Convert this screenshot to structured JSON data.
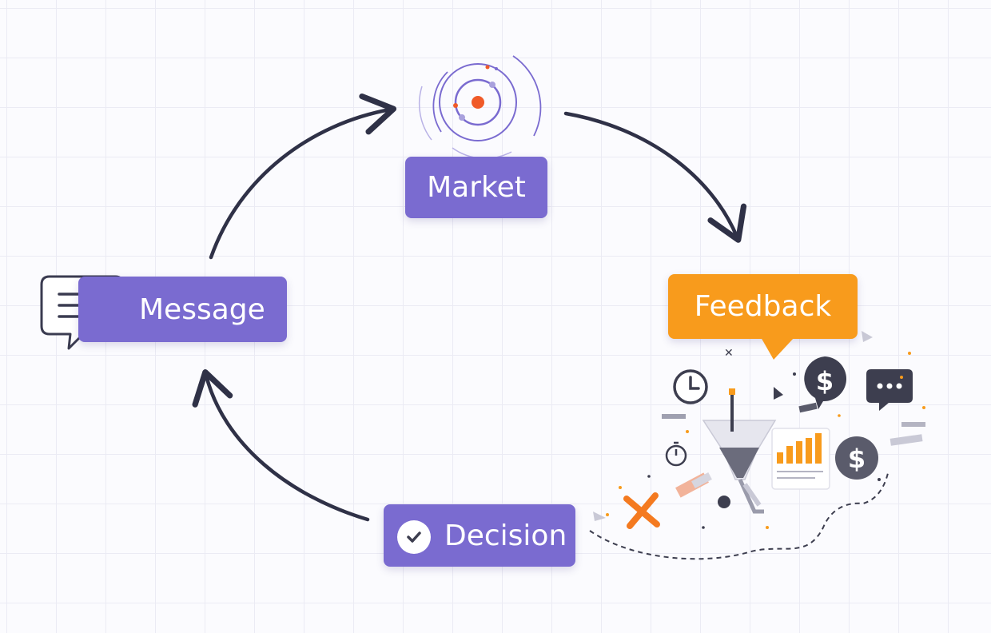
{
  "nodes": {
    "market": "Market",
    "message": "Message",
    "decision": "Decision",
    "feedback": "Feedback"
  },
  "colors": {
    "primary": "#7a6bd0",
    "accent": "#f89b1c",
    "arrow": "#2f3147",
    "dark_icon": "#3d3e4f",
    "target_center": "#f05a28"
  },
  "icons": [
    "target-orbit-icon",
    "speech-bubble-icon",
    "check-icon",
    "clock-icon",
    "dollar-coin-icon",
    "chat-dots-icon",
    "bar-chart-icon",
    "funnel-icon",
    "stopwatch-icon",
    "x-mark-icon",
    "dashed-trail"
  ]
}
